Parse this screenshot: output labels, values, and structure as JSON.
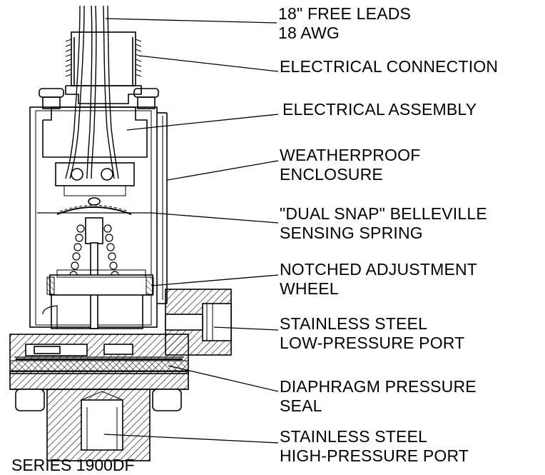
{
  "callouts": [
    {
      "lines": [
        "18\" FREE LEADS",
        "18 AWG"
      ]
    },
    {
      "lines": [
        "ELECTRICAL CONNECTION"
      ]
    },
    {
      "lines": [
        "ELECTRICAL ASSEMBLY"
      ]
    },
    {
      "lines": [
        "WEATHERPROOF",
        "ENCLOSURE"
      ]
    },
    {
      "lines": [
        "\"DUAL SNAP\" BELLEVILLE",
        "SENSING SPRING"
      ]
    },
    {
      "lines": [
        "NOTCHED ADJUSTMENT",
        "WHEEL"
      ]
    },
    {
      "lines": [
        "STAINLESS STEEL",
        "LOW-PRESSURE PORT"
      ]
    },
    {
      "lines": [
        "DIAPHRAGM PRESSURE",
        "SEAL"
      ]
    },
    {
      "lines": [
        "STAINLESS STEEL",
        "HIGH-PRESSURE PORT"
      ]
    }
  ],
  "caption": "SERIES 1900DF",
  "colors": {
    "ink": "#000000",
    "paper": "#ffffff"
  }
}
